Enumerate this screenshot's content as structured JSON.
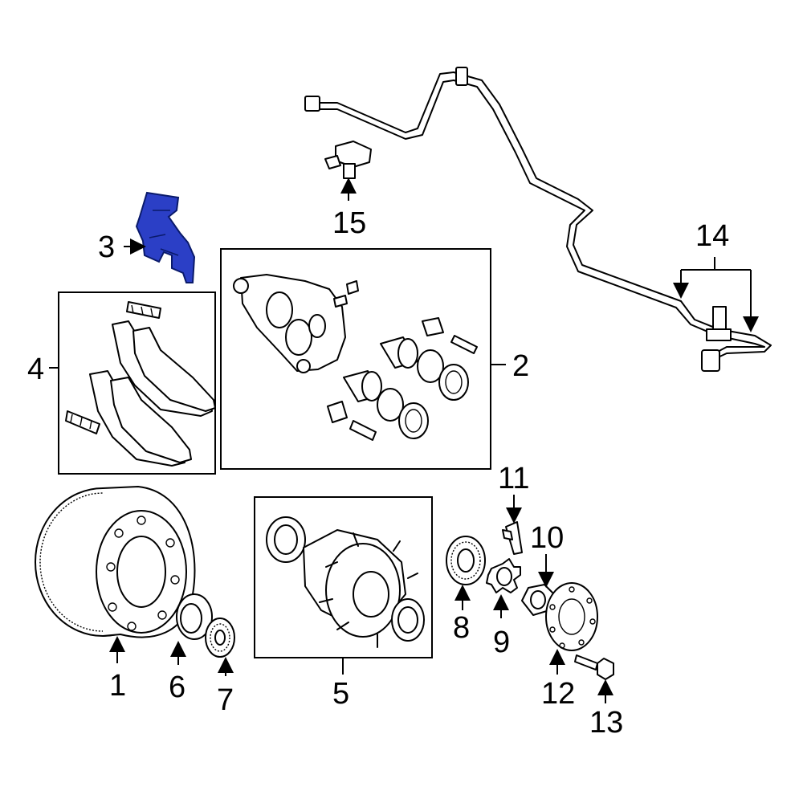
{
  "diagram": {
    "highlight_color": "#2b3fc6",
    "highlighted_part": "3",
    "callouts": {
      "c1": "1",
      "c2": "2",
      "c3": "3",
      "c4": "4",
      "c5": "5",
      "c6": "6",
      "c7": "7",
      "c8": "8",
      "c9": "9",
      "c10": "10",
      "c11": "11",
      "c12": "12",
      "c13": "13",
      "c14": "14",
      "c15": "15"
    }
  }
}
